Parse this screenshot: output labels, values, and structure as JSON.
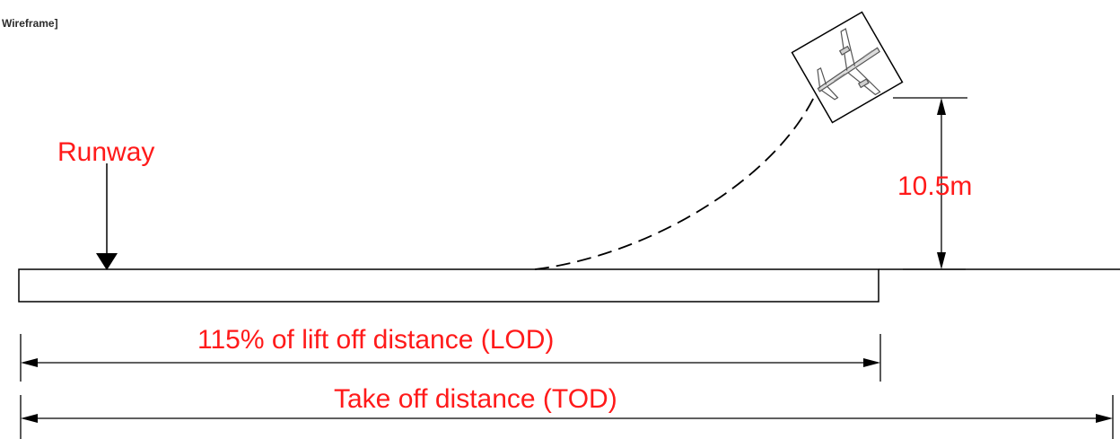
{
  "viewport": {
    "label": "Wireframe]"
  },
  "labels": {
    "runway": "Runway",
    "height": "10.5m",
    "lod": "115% of lift off distance (LOD)",
    "tod": "Take off distance (TOD)"
  },
  "icons": {
    "aircraft": "aircraft-icon"
  },
  "colors": {
    "label": "#ff1a1a",
    "line": "#000000"
  }
}
